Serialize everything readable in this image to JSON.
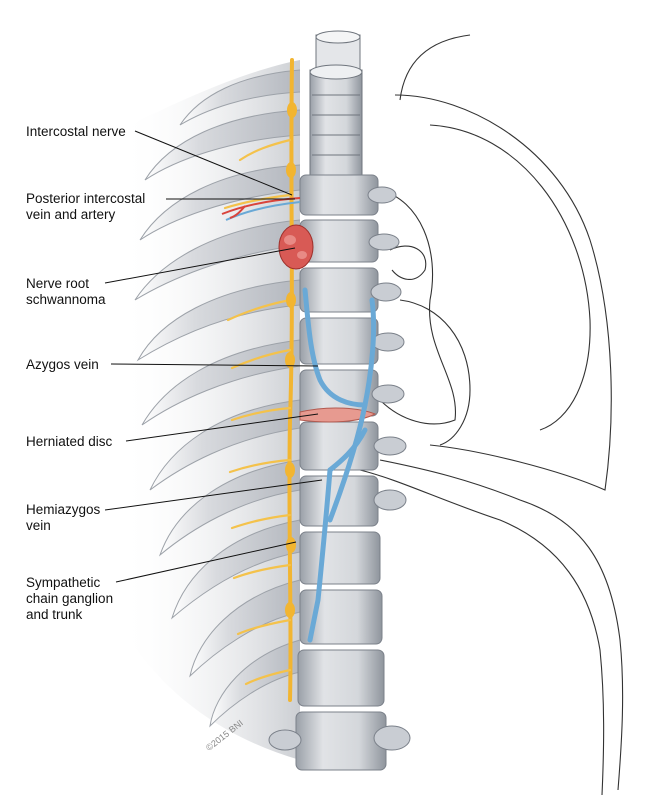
{
  "labels": {
    "intercostal_nerve": "Intercostal nerve",
    "post_intercostal": "Posterior intercostal\nvein and artery",
    "schwannoma": "Nerve root\nschwannoma",
    "azygos": "Azygos vein",
    "herniated_disc": "Herniated disc",
    "hemiazygos": "Hemiazygos\nvein",
    "sympathetic": "Sympathetic\nchain ganglion\nand trunk"
  },
  "copyright": "©2015 BNI",
  "colors": {
    "bone": "#c9cdd3",
    "bone_dark": "#8a9099",
    "nerve": "#f2b531",
    "vein_blue": "#6aa9d6",
    "artery_red": "#d9443c",
    "tumor": "#d85a55",
    "disc": "#e79a90"
  }
}
